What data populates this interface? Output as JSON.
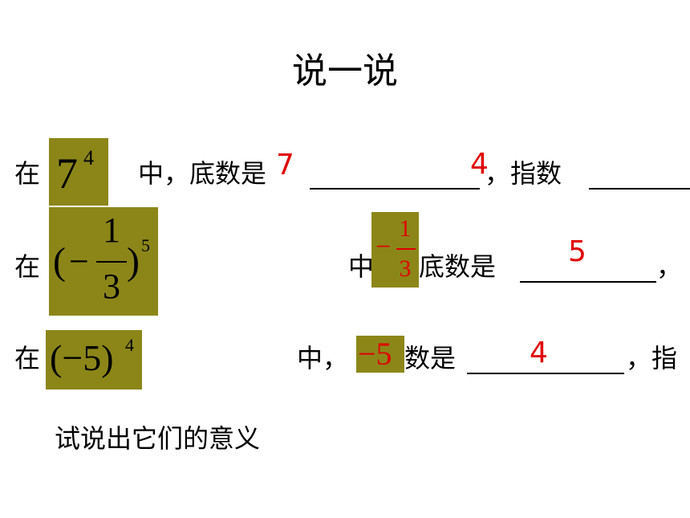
{
  "title": "说一说",
  "rows": [
    {
      "lead": "在",
      "expr": {
        "base": "7",
        "exp": "4"
      },
      "mid": "中，底数是",
      "answer_base": "7",
      "answer_exp": "4",
      "tail": "，指数"
    },
    {
      "lead": "在",
      "expr": {
        "open": "(",
        "sign": "−",
        "num": "1",
        "den": "3",
        "close": ")",
        "exp": "5"
      },
      "mid_before": "中",
      "mid_after": "底数是",
      "answer_base": {
        "sign": "−",
        "num": "1",
        "den": "3"
      },
      "answer_exp": "5",
      "tail": "，"
    },
    {
      "lead": "在",
      "expr": {
        "base": "(−5)",
        "exp": "4"
      },
      "mid_before": "中，",
      "mid_after": "数是",
      "answer_base": "−5",
      "answer_exp": "4",
      "tail": "，指"
    }
  ],
  "prompt": "试说出它们的意义",
  "colors": {
    "highlight": "#8c8619",
    "answer": "#e00000"
  }
}
